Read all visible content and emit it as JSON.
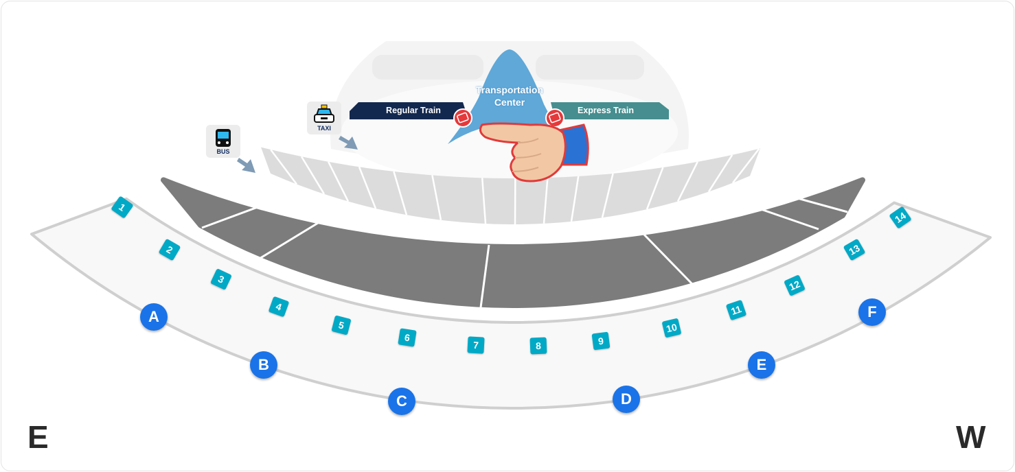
{
  "map": {
    "transportation_center": [
      "Transportation",
      "Center"
    ],
    "regular_train": "Regular Train",
    "express_train": "Express Train",
    "bus_label": "BUS",
    "taxi_label": "TAXI",
    "compass_left": "E",
    "compass_right": "W",
    "gates": [
      "1",
      "2",
      "3",
      "4",
      "5",
      "6",
      "7",
      "8",
      "9",
      "10",
      "11",
      "12",
      "13",
      "14"
    ],
    "check_in_areas": [
      "A",
      "B",
      "C",
      "D",
      "E",
      "F"
    ],
    "colors": {
      "gate": "#00a9c6",
      "area": "#1a73e8",
      "regular_train": "#13284f",
      "express_train": "#468e8f",
      "transportation_center": "#5fa8d8",
      "concourse": "#7c7c7c",
      "piers": "#dcdcdc"
    }
  }
}
